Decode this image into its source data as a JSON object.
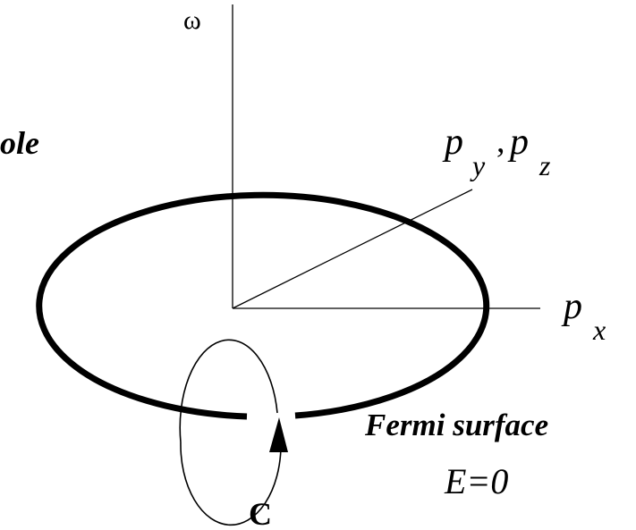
{
  "axes": {
    "omega_label": "ω",
    "py_pz_label": {
      "p1": "p",
      "sub1": "y",
      "comma": ",",
      "p2": "p",
      "sub2": "z"
    },
    "px_label": {
      "p": "p",
      "sub": "x"
    }
  },
  "left_partial_text": "ole",
  "fermi_surface_label": "Fermi surface",
  "energy_label": "E=0",
  "contour_label": "C",
  "colors": {
    "stroke": "#000000",
    "background": "#ffffff"
  }
}
